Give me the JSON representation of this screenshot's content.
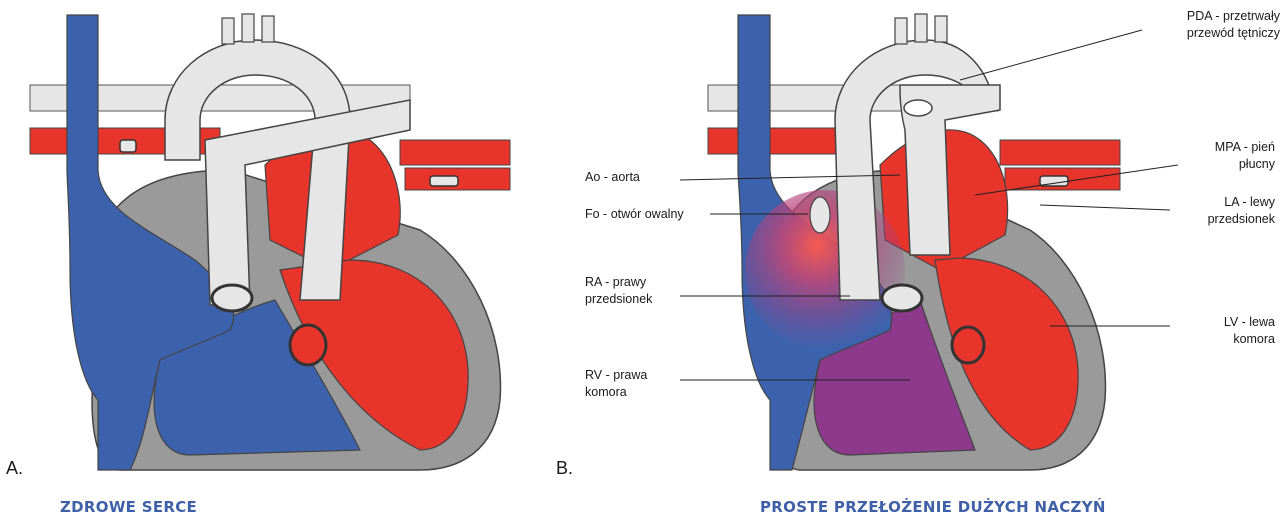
{
  "panels": {
    "a": {
      "letter": "A.",
      "caption": "ZDROWE SERCE"
    },
    "b": {
      "letter": "B.",
      "caption": "PROSTE PRZEŁOŻENIE DUŻYCH NACZYŃ"
    }
  },
  "labels": {
    "pda_1": "PDA - przetrwały",
    "pda_2": "przewód tętniczy",
    "ao": "Ao - aorta",
    "mpa_1": "MPA - pień",
    "mpa_2": "płucny",
    "fo": "Fo - otwór owalny",
    "la_1": "LA - lewy",
    "la_2": "przedsionek",
    "ra_1": "RA - prawy",
    "ra_2": "przedsionek",
    "lv_1": "LV - lewa",
    "lv_2": "komora",
    "rv_1": "RV - prawa",
    "rv_2": "komora"
  },
  "colors": {
    "oxygenated": "#e8352c",
    "deoxygenated": "#3d62ad",
    "mixed": "#8d3a8c",
    "vessel": "#e6e6e6",
    "wall": "#9a9a9a",
    "caption": "#3f5fa6"
  }
}
